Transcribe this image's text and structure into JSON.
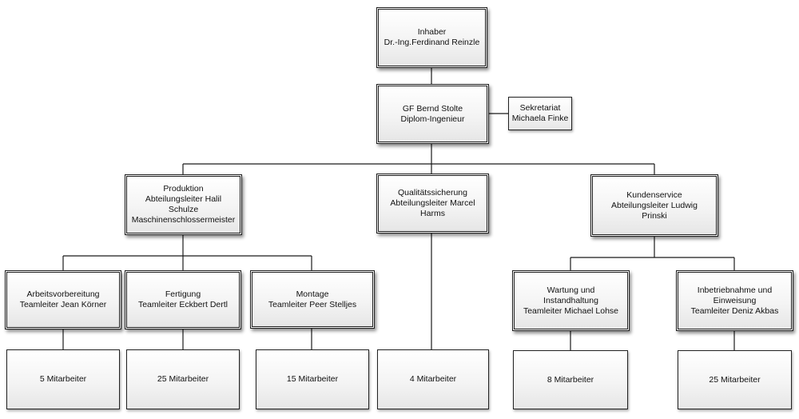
{
  "nodes": {
    "owner": {
      "lines": [
        "Inhaber",
        "Dr.-Ing.Ferdinand Reinzle"
      ]
    },
    "ceo": {
      "lines": [
        "GF Bernd Stolte",
        "Diplom-Ingenieur"
      ]
    },
    "secretariat": {
      "lines": [
        "Sekretariat",
        "Michaela Finke"
      ]
    },
    "production": {
      "lines": [
        "Produktion",
        "Abteilungsleiter Halil",
        "Schulze",
        "Maschinenschlossermeister"
      ]
    },
    "quality": {
      "lines": [
        "Qualitätssicherung",
        "Abteilungsleiter Marcel",
        "Harms"
      ]
    },
    "service": {
      "lines": [
        "Kundenservice",
        "Abteilungsleiter Ludwig",
        "Prinski"
      ]
    },
    "prep": {
      "lines": [
        "Arbeitsvorbereitung",
        "Teamleiter Jean Körner"
      ]
    },
    "manufacturing": {
      "lines": [
        "Fertigung",
        "Teamleiter Eckbert Dertl"
      ]
    },
    "assembly": {
      "lines": [
        "Montage",
        "Teamleiter Peer Stelljes"
      ]
    },
    "maintenance": {
      "lines": [
        "Wartung und",
        "Instandhaltung",
        "Teamleiter Michael Lohse"
      ]
    },
    "commissioning": {
      "lines": [
        "Inbetriebnahme und",
        "Einweisung",
        "Teamleiter Deniz Akbas"
      ]
    },
    "staff_prep": {
      "lines": [
        "5 Mitarbeiter"
      ]
    },
    "staff_manuf": {
      "lines": [
        "25 Mitarbeiter"
      ]
    },
    "staff_assembly": {
      "lines": [
        "15 Mitarbeiter"
      ]
    },
    "staff_quality": {
      "lines": [
        "4 Mitarbeiter"
      ]
    },
    "staff_maint": {
      "lines": [
        "8 Mitarbeiter"
      ]
    },
    "staff_comm": {
      "lines": [
        "25 Mitarbeiter"
      ]
    }
  }
}
